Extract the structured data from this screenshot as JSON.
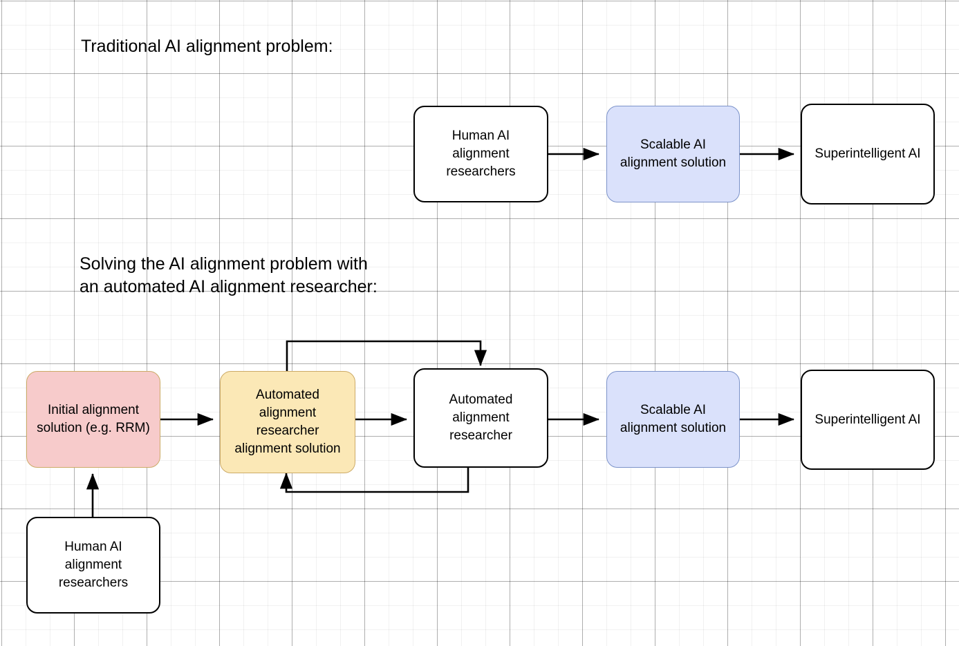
{
  "diagram": {
    "title_traditional": "Traditional AI alignment problem:",
    "title_automated": "Solving the AI alignment problem with\nan automated AI alignment researcher:",
    "colors": {
      "box_white_fill": "#ffffff",
      "box_white_border": "#000000",
      "box_blue_fill": "#dae1fb",
      "box_blue_border": "#7b92c9",
      "box_pink_fill": "#f7cbcb",
      "box_pink_border": "#ccaa66",
      "box_yellow_fill": "#fbe8b6",
      "box_yellow_border": "#ccaa66",
      "arrow": "#000000",
      "grid_minor": "#f0f0f0",
      "grid_major": "#b8b8b8"
    },
    "row_traditional": {
      "nodes": [
        {
          "id": "human-researchers-top",
          "label": "Human AI\nalignment\nresearchers",
          "style": "white"
        },
        {
          "id": "scalable-solution-top",
          "label": "Scalable AI\nalignment solution",
          "style": "blue"
        },
        {
          "id": "superintelligent-ai-top",
          "label": "Superintelligent AI",
          "style": "white"
        }
      ]
    },
    "row_automated": {
      "nodes": [
        {
          "id": "initial-alignment-solution",
          "label": "Initial alignment\nsolution (e.g. RRM)",
          "style": "pink"
        },
        {
          "id": "automated-researcher-solution",
          "label": "Automated\nalignment\nresearcher\nalignment solution",
          "style": "yellow"
        },
        {
          "id": "automated-alignment-researcher",
          "label": "Automated\nalignment\nresearcher",
          "style": "white"
        },
        {
          "id": "scalable-solution-bottom",
          "label": "Scalable AI\nalignment solution",
          "style": "blue"
        },
        {
          "id": "superintelligent-ai-bottom",
          "label": "Superintelligent AI",
          "style": "white"
        },
        {
          "id": "human-researchers-bottom",
          "label": "Human AI\nalignment\nresearchers",
          "style": "white"
        }
      ]
    },
    "edges": [
      {
        "id": "edge-human-to-scalable-top",
        "from": "human-researchers-top",
        "to": "scalable-solution-top"
      },
      {
        "id": "edge-scalable-to-superintelligent-top",
        "from": "scalable-solution-top",
        "to": "superintelligent-ai-top"
      },
      {
        "id": "edge-initial-to-automated-solution",
        "from": "initial-alignment-solution",
        "to": "automated-researcher-solution"
      },
      {
        "id": "edge-automated-solution-to-researcher",
        "from": "automated-researcher-solution",
        "to": "automated-alignment-researcher"
      },
      {
        "id": "edge-researcher-to-scalable-bottom",
        "from": "automated-alignment-researcher",
        "to": "scalable-solution-bottom"
      },
      {
        "id": "edge-scalable-to-superintelligent-bottom",
        "from": "scalable-solution-bottom",
        "to": "superintelligent-ai-bottom"
      },
      {
        "id": "edge-human-to-initial-bottom",
        "from": "human-researchers-bottom",
        "to": "initial-alignment-solution"
      },
      {
        "id": "edge-feedback-top-solution-to-researcher",
        "from": "automated-researcher-solution",
        "to": "automated-alignment-researcher"
      },
      {
        "id": "edge-feedback-bottom-researcher-to-solution",
        "from": "automated-alignment-researcher",
        "to": "automated-researcher-solution"
      }
    ]
  }
}
